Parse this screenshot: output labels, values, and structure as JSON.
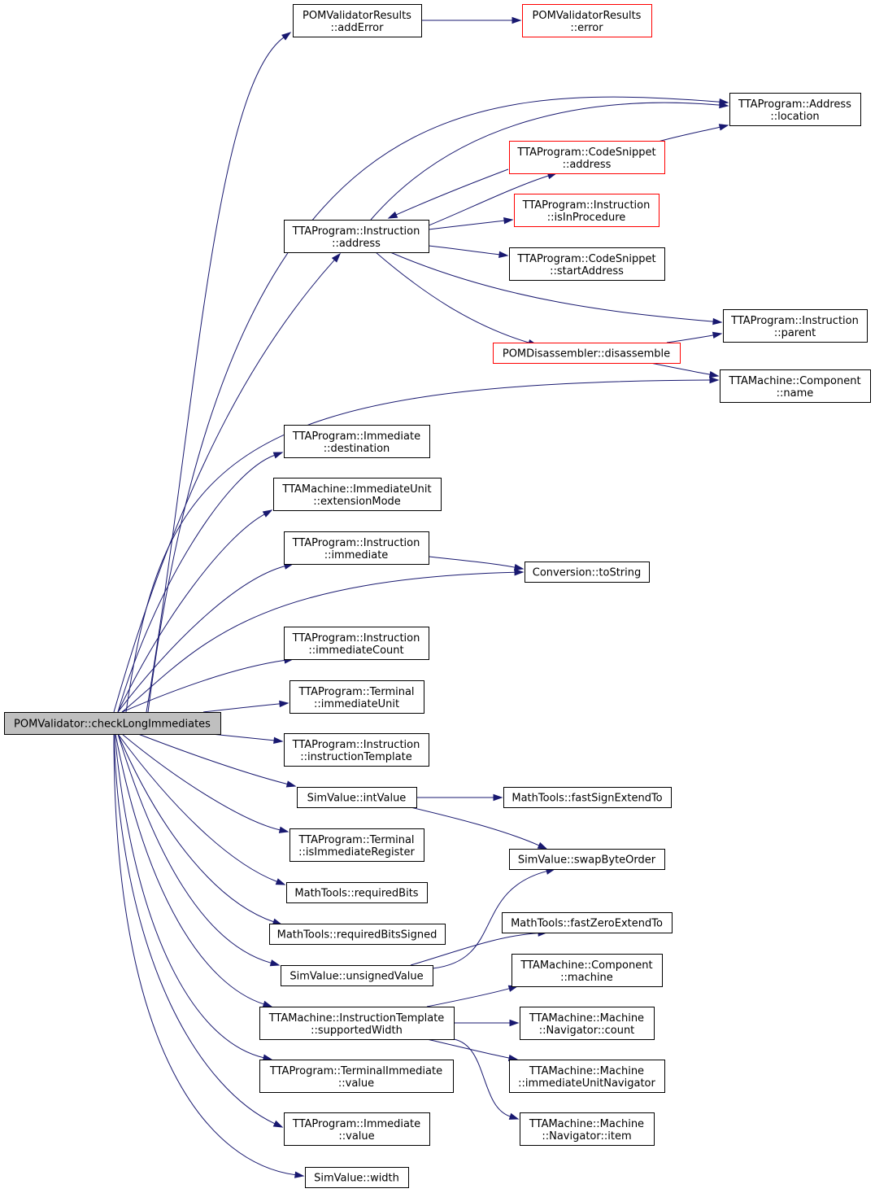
{
  "colors": {
    "edge": "#191970",
    "node_border": "#000000",
    "incomplete_node_border": "#ff0000",
    "root_fill": "#bfbfbf",
    "background": "#ffffff"
  },
  "nodes": {
    "checkLongImmediates": {
      "lines": [
        "POMValidator::checkLongImmediates"
      ],
      "style": "root"
    },
    "addError": {
      "lines": [
        "POMValidatorResults",
        "::addError"
      ],
      "style": "normal"
    },
    "error": {
      "lines": [
        "POMValidatorResults",
        "::error"
      ],
      "style": "red"
    },
    "location": {
      "lines": [
        "TTAProgram::Address",
        "::location"
      ],
      "style": "normal"
    },
    "snippetAddress": {
      "lines": [
        "TTAProgram::CodeSnippet",
        "::address"
      ],
      "style": "red"
    },
    "isInProcedure": {
      "lines": [
        "TTAProgram::Instruction",
        "::isInProcedure"
      ],
      "style": "red"
    },
    "instrAddress": {
      "lines": [
        "TTAProgram::Instruction",
        "::address"
      ],
      "style": "normal"
    },
    "startAddress": {
      "lines": [
        "TTAProgram::CodeSnippet",
        "::startAddress"
      ],
      "style": "normal"
    },
    "parent": {
      "lines": [
        "TTAProgram::Instruction",
        "::parent"
      ],
      "style": "normal"
    },
    "disassemble": {
      "lines": [
        "POMDisassembler::disassemble"
      ],
      "style": "red"
    },
    "componentName": {
      "lines": [
        "TTAMachine::Component",
        "::name"
      ],
      "style": "normal"
    },
    "destination": {
      "lines": [
        "TTAProgram::Immediate",
        "::destination"
      ],
      "style": "normal"
    },
    "extensionMode": {
      "lines": [
        "TTAMachine::ImmediateUnit",
        "::extensionMode"
      ],
      "style": "normal"
    },
    "immediate": {
      "lines": [
        "TTAProgram::Instruction",
        "::immediate"
      ],
      "style": "normal"
    },
    "toString": {
      "lines": [
        "Conversion::toString"
      ],
      "style": "normal"
    },
    "immediateCount": {
      "lines": [
        "TTAProgram::Instruction",
        "::immediateCount"
      ],
      "style": "normal"
    },
    "immediateUnit": {
      "lines": [
        "TTAProgram::Terminal",
        "::immediateUnit"
      ],
      "style": "normal"
    },
    "instructionTemplate": {
      "lines": [
        "TTAProgram::Instruction",
        "::instructionTemplate"
      ],
      "style": "normal"
    },
    "intValue": {
      "lines": [
        "SimValue::intValue"
      ],
      "style": "normal"
    },
    "fastSignExtendTo": {
      "lines": [
        "MathTools::fastSignExtendTo"
      ],
      "style": "normal"
    },
    "isImmediateRegister": {
      "lines": [
        "TTAProgram::Terminal",
        "::isImmediateRegister"
      ],
      "style": "normal"
    },
    "swapByteOrder": {
      "lines": [
        "SimValue::swapByteOrder"
      ],
      "style": "normal"
    },
    "requiredBits": {
      "lines": [
        "MathTools::requiredBits"
      ],
      "style": "normal"
    },
    "requiredBitsSigned": {
      "lines": [
        "MathTools::requiredBitsSigned"
      ],
      "style": "normal"
    },
    "fastZeroExtendTo": {
      "lines": [
        "MathTools::fastZeroExtendTo"
      ],
      "style": "normal"
    },
    "unsignedValue": {
      "lines": [
        "SimValue::unsignedValue"
      ],
      "style": "normal"
    },
    "machine": {
      "lines": [
        "TTAMachine::Component",
        "::machine"
      ],
      "style": "normal"
    },
    "supportedWidth": {
      "lines": [
        "TTAMachine::InstructionTemplate",
        "::supportedWidth"
      ],
      "style": "normal"
    },
    "navCount": {
      "lines": [
        "TTAMachine::Machine",
        "::Navigator::count"
      ],
      "style": "normal"
    },
    "terminalImmediateValue": {
      "lines": [
        "TTAProgram::TerminalImmediate",
        "::value"
      ],
      "style": "normal"
    },
    "immediateUnitNavigator": {
      "lines": [
        "TTAMachine::Machine",
        "::immediateUnitNavigator"
      ],
      "style": "normal"
    },
    "immediateValue": {
      "lines": [
        "TTAProgram::Immediate",
        "::value"
      ],
      "style": "normal"
    },
    "navItem": {
      "lines": [
        "TTAMachine::Machine",
        "::Navigator::item"
      ],
      "style": "normal"
    },
    "width": {
      "lines": [
        "SimValue::width"
      ],
      "style": "normal"
    }
  },
  "edges": [
    [
      "checkLongImmediates",
      "addError"
    ],
    [
      "addError",
      "error"
    ],
    [
      "checkLongImmediates",
      "location"
    ],
    [
      "checkLongImmediates",
      "instrAddress"
    ],
    [
      "instrAddress",
      "location"
    ],
    [
      "instrAddress",
      "snippetAddress"
    ],
    [
      "snippetAddress",
      "instrAddress"
    ],
    [
      "snippetAddress",
      "location"
    ],
    [
      "instrAddress",
      "isInProcedure"
    ],
    [
      "instrAddress",
      "startAddress"
    ],
    [
      "instrAddress",
      "parent"
    ],
    [
      "instrAddress",
      "disassemble"
    ],
    [
      "disassemble",
      "parent"
    ],
    [
      "disassemble",
      "componentName"
    ],
    [
      "checkLongImmediates",
      "componentName"
    ],
    [
      "checkLongImmediates",
      "destination"
    ],
    [
      "checkLongImmediates",
      "extensionMode"
    ],
    [
      "checkLongImmediates",
      "immediate"
    ],
    [
      "immediate",
      "toString"
    ],
    [
      "checkLongImmediates",
      "toString"
    ],
    [
      "checkLongImmediates",
      "immediateCount"
    ],
    [
      "checkLongImmediates",
      "immediateUnit"
    ],
    [
      "checkLongImmediates",
      "instructionTemplate"
    ],
    [
      "checkLongImmediates",
      "intValue"
    ],
    [
      "intValue",
      "fastSignExtendTo"
    ],
    [
      "intValue",
      "swapByteOrder"
    ],
    [
      "checkLongImmediates",
      "isImmediateRegister"
    ],
    [
      "checkLongImmediates",
      "requiredBits"
    ],
    [
      "checkLongImmediates",
      "requiredBitsSigned"
    ],
    [
      "checkLongImmediates",
      "unsignedValue"
    ],
    [
      "unsignedValue",
      "swapByteOrder"
    ],
    [
      "unsignedValue",
      "fastZeroExtendTo"
    ],
    [
      "checkLongImmediates",
      "supportedWidth"
    ],
    [
      "supportedWidth",
      "machine"
    ],
    [
      "supportedWidth",
      "navCount"
    ],
    [
      "supportedWidth",
      "immediateUnitNavigator"
    ],
    [
      "supportedWidth",
      "navItem"
    ],
    [
      "checkLongImmediates",
      "terminalImmediateValue"
    ],
    [
      "checkLongImmediates",
      "immediateValue"
    ],
    [
      "checkLongImmediates",
      "width"
    ]
  ]
}
